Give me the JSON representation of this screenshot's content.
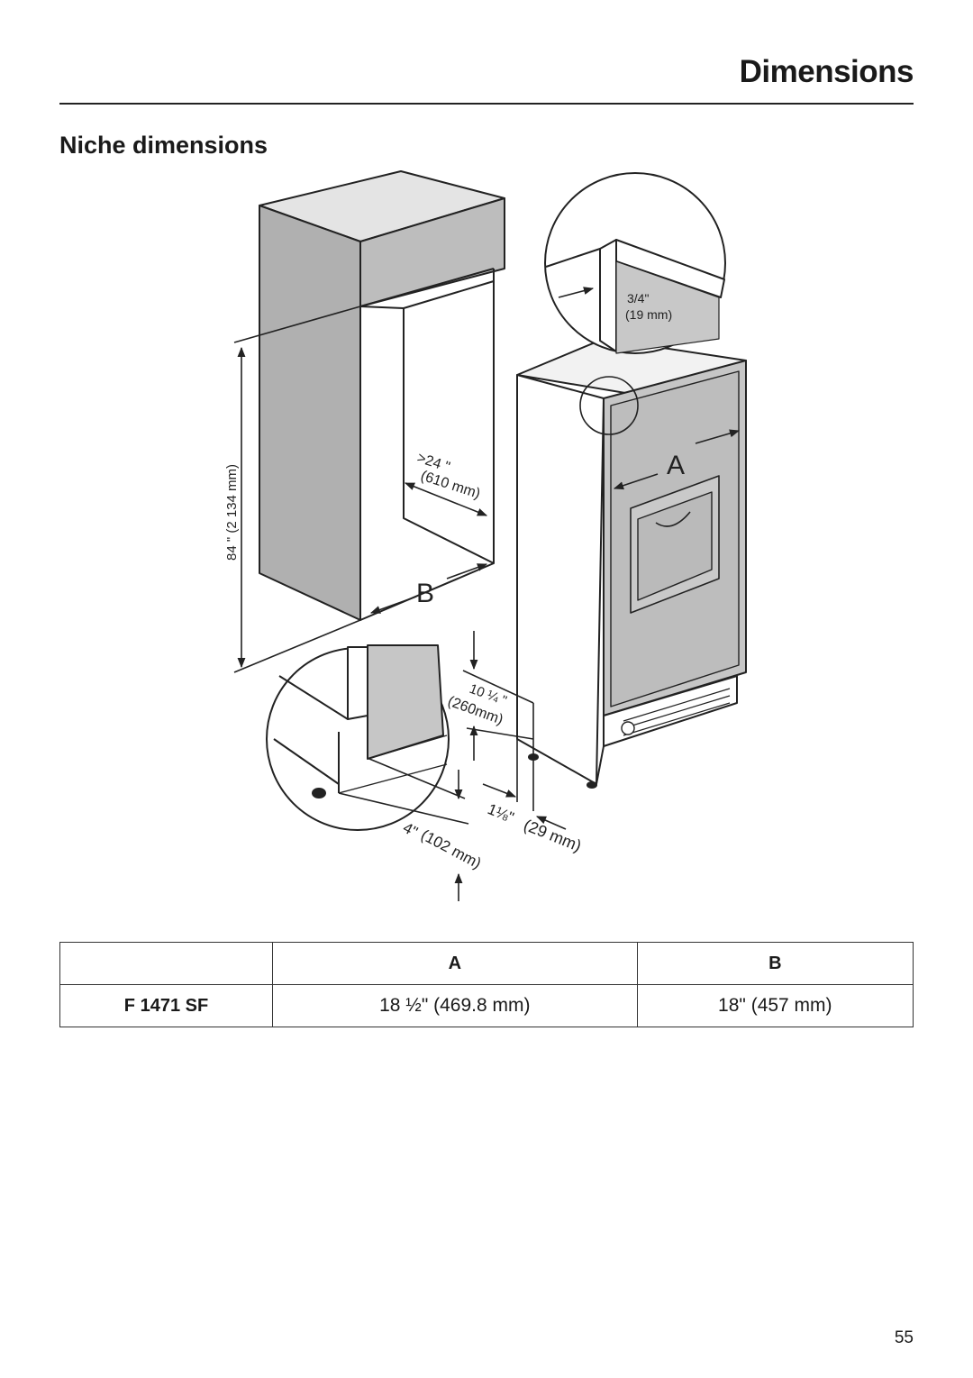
{
  "header": {
    "title": "Dimensions"
  },
  "section": {
    "title": "Niche dimensions"
  },
  "figure": {
    "label_a": "A",
    "label_b": "B",
    "height_dim": "84 \" (2 134 mm)",
    "depth_dim_in": ">24 \"",
    "depth_dim_mm": "(610 mm)",
    "panel_dim_in": "3/4\"",
    "panel_dim_mm": "(19 mm)",
    "toe_height_in": "10 ¼ \"",
    "toe_height_mm": "(260mm)",
    "toe_depth_in": "1⅛\"",
    "toe_depth_mm": "(29 mm)",
    "base_dim_in": "4\"",
    "base_dim_mm": "(102 mm)"
  },
  "table": {
    "headers": [
      "",
      "A",
      "B"
    ],
    "rows": [
      {
        "model": "F 1471 SF",
        "a": "18 ½\" (469.8 mm)",
        "b": "18\" (457 mm)"
      }
    ]
  },
  "footer": {
    "page_number": "55"
  }
}
